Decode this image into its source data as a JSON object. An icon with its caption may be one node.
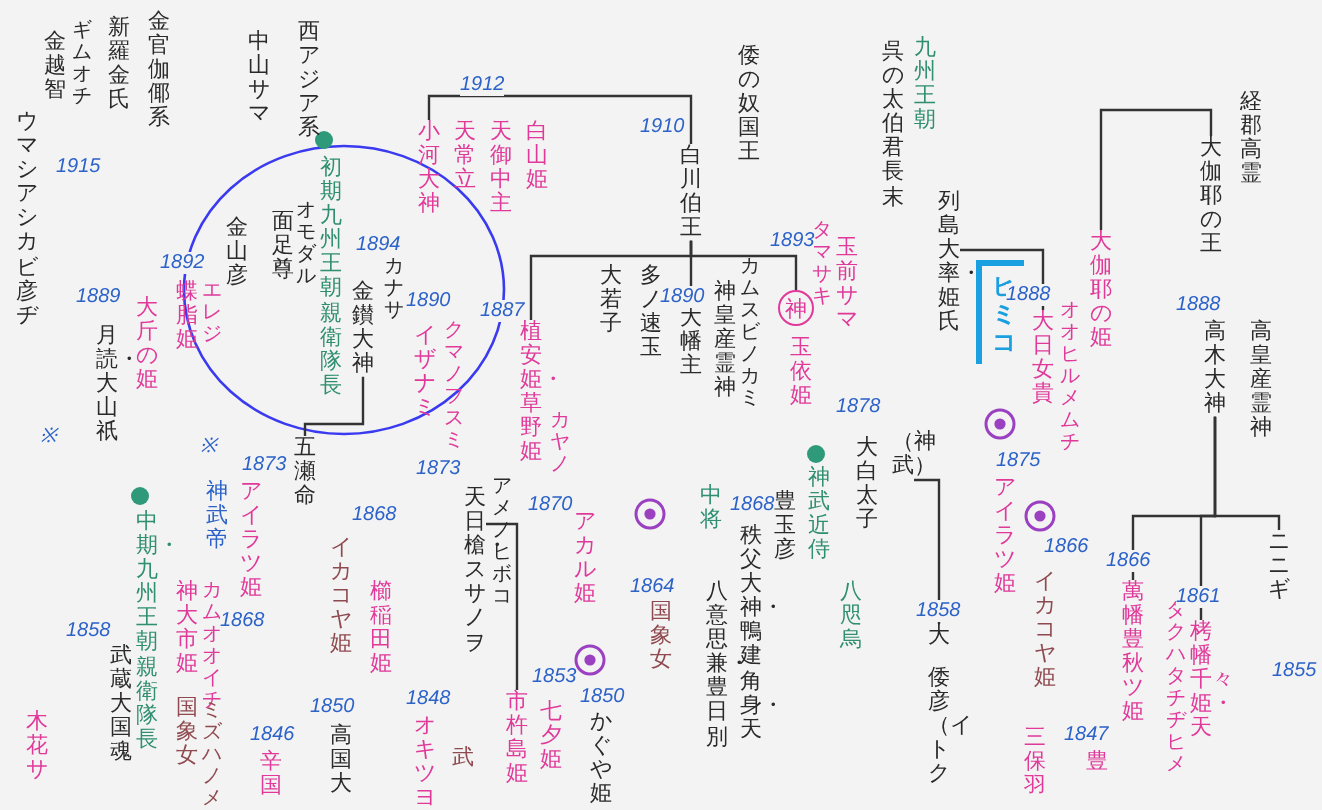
{
  "diagram": {
    "nodes": [
      {
        "text": [
          "金官伽倻系"
        ]
      },
      {
        "text": [
          "新羅金氏"
        ]
      },
      {
        "text": [
          "金越智"
        ],
        "beside": [
          "ギムオチ"
        ]
      },
      {
        "text": [
          "ウマシアシカビ彦ヂ"
        ]
      },
      {
        "text": [
          "中山サマ"
        ]
      },
      {
        "text": [
          "西アジア系"
        ]
      },
      {
        "text": [
          "初期九州王朝親衛隊長"
        ]
      },
      {
        "text": [
          "面足尊"
        ],
        "beside": [
          "オモダル"
        ]
      },
      {
        "text": [
          "金山彦"
        ]
      },
      {
        "text": [
          "金鑚大神"
        ],
        "beside": [
          "カナサ"
        ]
      },
      {
        "text": [
          "蝶脂姫"
        ],
        "beside": [
          "エレジ"
        ]
      },
      {
        "text": [
          "大斤の姫"
        ]
      },
      {
        "text": [
          "月読・大山祇"
        ]
      },
      {
        "text": [
          "小河大神"
        ]
      },
      {
        "text": [
          "天常立"
        ]
      },
      {
        "text": [
          "天御中主"
        ]
      },
      {
        "text": [
          "白山姫"
        ]
      },
      {
        "text": [
          "イザナミ"
        ],
        "beside": [
          "クマノフスミ"
        ]
      },
      {
        "text": [
          "倭の奴国王"
        ]
      },
      {
        "text": [
          "白川伯王"
        ]
      },
      {
        "text": [
          "植安姫・草野姫"
        ],
        "beside": [
          "カヤノ"
        ]
      },
      {
        "text": [
          "大若子"
        ]
      },
      {
        "text": [
          "多ノ速玉"
        ]
      },
      {
        "text": [
          "大幡主"
        ]
      },
      {
        "text": [
          "神皇産霊神"
        ],
        "beside": [
          "カムスビノカミ"
        ]
      },
      {
        "text": [
          "神"
        ]
      },
      {
        "text": [
          "玉依姫"
        ]
      },
      {
        "text": [
          "玉前サマ"
        ],
        "beside": [
          "タマサキ"
        ]
      },
      {
        "text": [
          "呉の太伯君長末"
        ]
      },
      {
        "text": [
          "九州王朝"
        ]
      },
      {
        "text": [
          "列島大率・姫氏"
        ]
      },
      {
        "text": [
          "ヒミコ"
        ]
      },
      {
        "text": [
          "大日女貴"
        ],
        "beside": [
          "オオヒルメムチ"
        ]
      },
      {
        "text": [
          "大伽耶の姫"
        ]
      },
      {
        "text": [
          "大伽耶の王"
        ]
      },
      {
        "text": [
          "経郡高霊"
        ]
      },
      {
        "text": [
          "高木大神"
        ]
      },
      {
        "text": [
          "高皇産霊神"
        ]
      },
      {
        "text": [
          "ニニギ"
        ]
      },
      {
        "text": [
          "萬幡豊秋ツ姫"
        ]
      },
      {
        "text": [
          "栲幡千々姫・天"
        ],
        "beside": [
          "タクハタチヂヒメ"
        ]
      },
      {
        "text": [
          "大白太子"
        ]
      },
      {
        "text": [
          "（神武）"
        ]
      },
      {
        "text": [
          "アイラツ姫"
        ]
      },
      {
        "text": [
          "イカコヤ姫"
        ]
      },
      {
        "text": [
          "大"
        ]
      },
      {
        "text": [
          "倭彦（イトク"
        ]
      },
      {
        "text": [
          "三保羽"
        ]
      },
      {
        "text": [
          "豊"
        ]
      },
      {
        "text": [
          "神武近侍"
        ]
      },
      {
        "text": [
          "八咫烏"
        ]
      },
      {
        "text": [
          "豊玉彦"
        ]
      },
      {
        "text": [
          "秩父大神・鴨建角身・天"
        ]
      },
      {
        "text": [
          "八意思兼・豊日別"
        ]
      },
      {
        "text": [
          "中将"
        ]
      },
      {
        "text": [
          "国象女"
        ]
      },
      {
        "text": [
          "アカル姫"
        ]
      },
      {
        "text": [
          "天日槍・スサノヲ"
        ],
        "beside": [
          "アメノヒボコ"
        ]
      },
      {
        "text": [
          "かぐや姫"
        ]
      },
      {
        "text": [
          "七夕姫"
        ]
      },
      {
        "text": [
          "市杵島姫"
        ]
      },
      {
        "text": [
          "オキツヨ"
        ]
      },
      {
        "text": [
          "武"
        ]
      },
      {
        "text": [
          "五瀬命"
        ]
      },
      {
        "text": [
          "アイラツ姫"
        ]
      },
      {
        "text": [
          "神武帝"
        ]
      },
      {
        "text": [
          "中期・九州王朝親衛隊長"
        ]
      },
      {
        "text": [
          "イカコヤ姫"
        ]
      },
      {
        "text": [
          "櫛稲田姫"
        ]
      },
      {
        "text": [
          "神大市姫"
        ],
        "beside": [
          "カムオオイチ"
        ]
      },
      {
        "text": [
          "国象女"
        ],
        "beside": [
          "ミズハノメ"
        ]
      },
      {
        "text": [
          "武蔵大国魂"
        ]
      },
      {
        "text": [
          "木花サ"
        ]
      },
      {
        "text": [
          "辛国"
        ]
      },
      {
        "text": [
          "高国大"
        ]
      }
    ],
    "edges": [
      {
        "from": 19,
        "to": 13,
        "arrow": "none"
      },
      {
        "from": 19,
        "to": 20,
        "arrow": "none"
      },
      {
        "from": 19,
        "to": 23,
        "arrow": "none"
      },
      {
        "from": 19,
        "to": 25,
        "arrow": "none"
      },
      {
        "from": 30,
        "to": 32,
        "arrow": "none"
      },
      {
        "from": 34,
        "to": 33,
        "arrow": "none"
      },
      {
        "from": 36,
        "to": 38,
        "arrow": "none"
      },
      {
        "from": 36,
        "to": 39,
        "arrow": "none"
      },
      {
        "from": 36,
        "to": 40,
        "arrow": "none"
      },
      {
        "from": 42,
        "to": 45,
        "arrow": "none"
      },
      {
        "from": 9,
        "to": 63,
        "arrow": "none"
      },
      {
        "from": 57,
        "to": 60,
        "arrow": "none"
      }
    ],
    "labels": [
      "1915",
      "1894",
      "1889",
      "1892",
      "1912",
      "1910",
      "1890",
      "1887",
      "1890",
      "1893",
      "1888",
      "1888",
      "1878",
      "1875",
      "1866",
      "1866",
      "1861",
      "1855",
      "1858",
      "1847",
      "1868",
      "1864",
      "1870",
      "1873",
      "1853",
      "1850",
      "1848",
      "1873",
      "1868",
      "1868",
      "1858",
      "1846",
      "1850",
      "※",
      "※"
    ]
  }
}
